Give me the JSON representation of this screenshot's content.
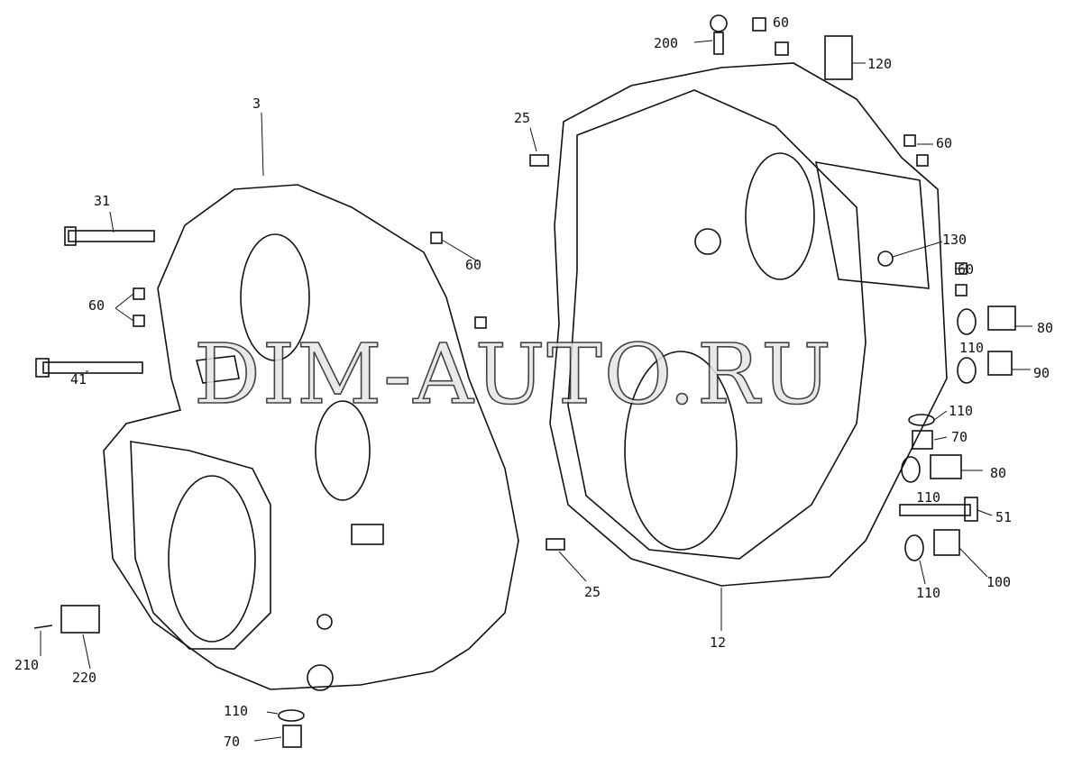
{
  "watermark": "DIM-AUTO.RU",
  "callouts": {
    "c3": "3",
    "c31": "31",
    "c60a": "60",
    "c41": "41",
    "c60b": "60",
    "c210": "210",
    "c220": "220",
    "c110a": "110",
    "c70a": "70",
    "c200": "200",
    "c60c": "60",
    "c120": "120",
    "c25a": "25",
    "c60d": "60",
    "c130": "130",
    "c60e": "60",
    "c80a": "80",
    "c110b": "110",
    "c90": "90",
    "c110c": "110",
    "c70b": "70",
    "c80b": "80",
    "c110d": "110",
    "c51": "51",
    "c110e": "110",
    "c100": "100",
    "c25b": "25",
    "c12": "12"
  },
  "colors": {
    "line": "#111111",
    "background": "#ffffff"
  }
}
